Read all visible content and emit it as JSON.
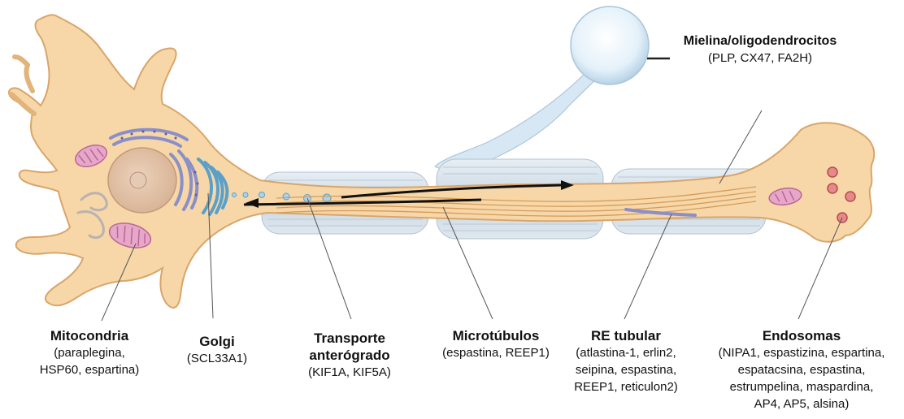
{
  "labels": {
    "mielina": {
      "title": "Mielina/oligodendrocitos",
      "sub": "(PLP, CX47, FA2H)"
    },
    "mitocondria": {
      "title": "Mitocondria",
      "sub": [
        "(paraplegina,",
        "HSP60, espartina)"
      ]
    },
    "golgi": {
      "title": "Golgi",
      "sub": [
        "(SCL33A1)"
      ]
    },
    "transporte": {
      "title": [
        "Transporte",
        "anterógrado"
      ],
      "sub": [
        "(KIF1A, KIF5A)"
      ]
    },
    "microtubulos": {
      "title": "Microtúbulos",
      "sub": [
        "(espastina, REEP1)"
      ]
    },
    "re": {
      "title": "RE tubular",
      "sub": [
        "(atlastina-1, erlin2,",
        "seipina, espastina,",
        "REEP1, reticulon2)"
      ]
    },
    "endosomas": {
      "title": "Endosomas",
      "sub": [
        "(NIPA1, espastizina, espartina,",
        "espatacsina, espastina,",
        "estrumpelina, maspardina,",
        "AP4, AP5, alsina)"
      ]
    }
  },
  "colors": {
    "neuron_fill": "#f7d7a8",
    "neuron_edge": "#d9a56a",
    "myelin": "#cfdbe6",
    "nucleus": "#e0c0a2",
    "mitochondria": "#d98fb5",
    "golgi": "#5aa0c8",
    "er": "#8a8fc8",
    "endosome": "#e06a6a",
    "oligodendrocyte": "#dceef9"
  }
}
